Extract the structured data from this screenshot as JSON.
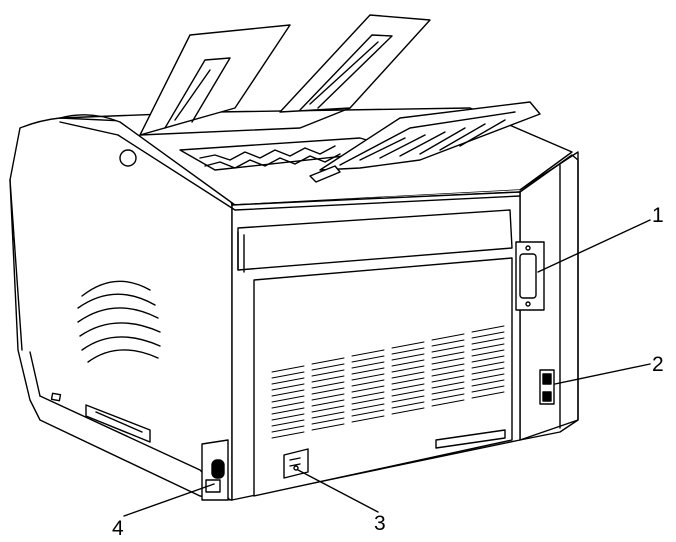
{
  "figure": {
    "subject": "printer-rear-view",
    "line_color": "#000000",
    "fill_color": "#ffffff"
  },
  "callouts": [
    {
      "id": "1",
      "label": "1"
    },
    {
      "id": "2",
      "label": "2"
    },
    {
      "id": "3",
      "label": "3"
    },
    {
      "id": "4",
      "label": "4"
    }
  ]
}
